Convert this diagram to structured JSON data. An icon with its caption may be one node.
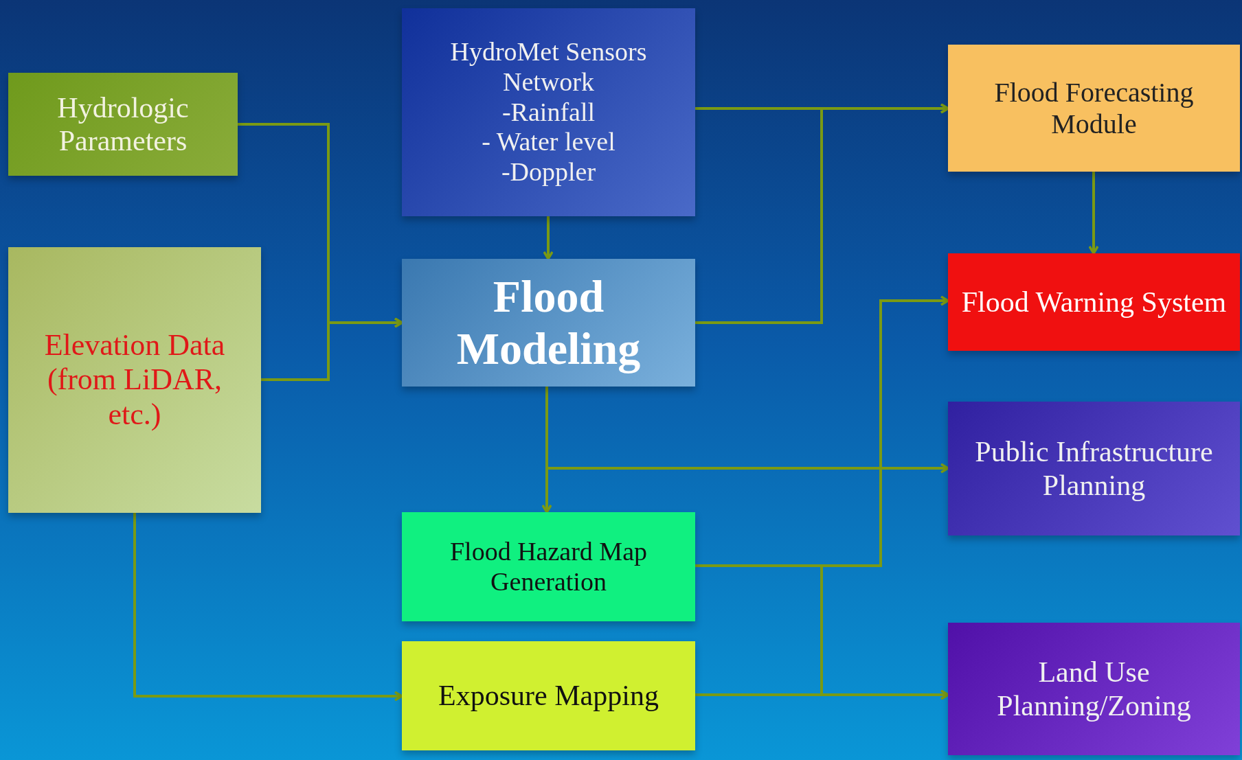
{
  "diagram": {
    "nodes": [
      {
        "text": [
          "Hydrologic Parameters"
        ]
      },
      {
        "text": [
          "Elevation Data (from LiDAR, etc.)"
        ]
      },
      {
        "text": [
          "HydroMet Sensors Network",
          "-Rainfall",
          "- Water level",
          "-Doppler"
        ]
      },
      {
        "text": [
          "Flood Modeling"
        ]
      },
      {
        "text": [
          "Flood Hazard Map Generation"
        ]
      },
      {
        "text": [
          "Exposure Mapping"
        ]
      },
      {
        "text": [
          "Flood Forecasting Module"
        ]
      },
      {
        "text": [
          "Flood Warning System"
        ]
      },
      {
        "text": [
          "Public Infrastructure Planning"
        ]
      },
      {
        "text": [
          "Land Use Planning/Zoning"
        ]
      }
    ],
    "edges": [
      {
        "from": 0,
        "to": 3,
        "arrow": "to"
      },
      {
        "from": 1,
        "to": 3,
        "arrow": "to"
      },
      {
        "from": 2,
        "to": 3,
        "arrow": "to"
      },
      {
        "from": 2,
        "to": 6,
        "arrow": "to"
      },
      {
        "from": 3,
        "to": 6,
        "arrow": "to"
      },
      {
        "from": 6,
        "to": 7,
        "arrow": "to"
      },
      {
        "from": 3,
        "to": 4,
        "arrow": "to"
      },
      {
        "from": 3,
        "to": 8,
        "arrow": "to"
      },
      {
        "from": 4,
        "to": 7,
        "arrow": "to"
      },
      {
        "from": 4,
        "to": 9,
        "arrow": "to"
      },
      {
        "from": 5,
        "to": 9,
        "arrow": "to"
      },
      {
        "from": 1,
        "to": 5,
        "arrow": "to"
      }
    ]
  }
}
